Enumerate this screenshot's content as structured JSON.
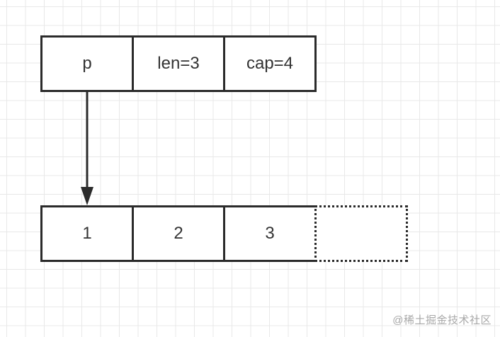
{
  "slice_header": {
    "pointer_label": "p",
    "len_label": "len=3",
    "cap_label": "cap=4"
  },
  "underlying_array": {
    "cells": [
      "1",
      "2",
      "3",
      ""
    ]
  },
  "colors": {
    "stroke": "#2b2b2b",
    "text": "#333333",
    "grid": "#e8e8e8",
    "watermark": "#a8a8a8"
  },
  "watermark": "@稀土掘金技术社区"
}
